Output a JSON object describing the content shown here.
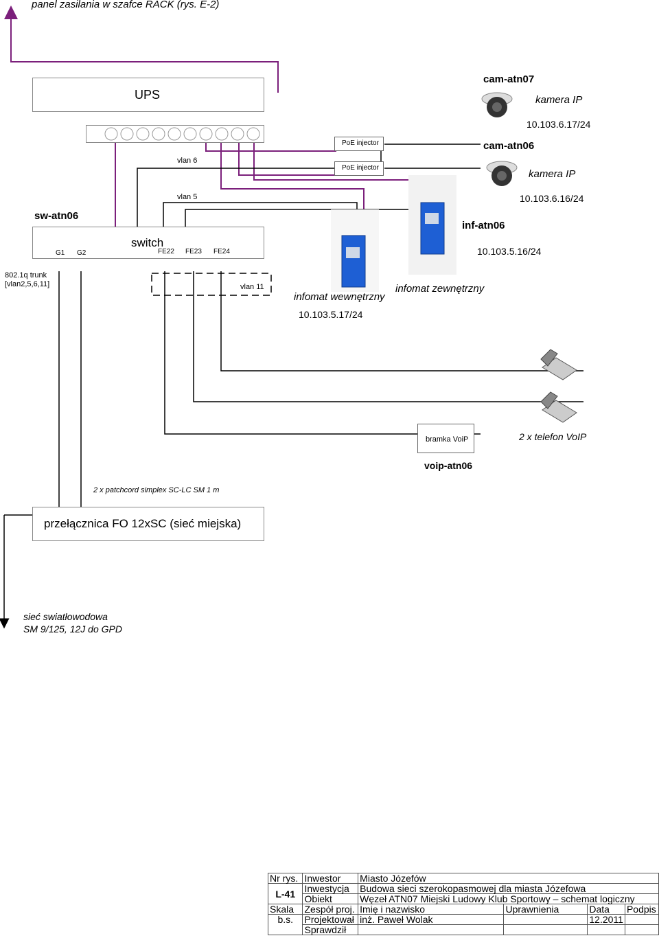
{
  "labels": {
    "panel": "panel zasilania w szafce RACK (rys. E-2)",
    "ups": "UPS",
    "vlan6": "vlan 6",
    "vlan5": "vlan 5",
    "vlan11": "vlan 11",
    "poe1": "PoE injector",
    "poe2": "PoE injector",
    "sw_name": "sw-atn06",
    "switch": "switch",
    "g1": "G1",
    "g2": "G2",
    "fe22": "FE22",
    "fe23": "FE23",
    "fe24": "FE24",
    "trunk1": "802.1q trunk",
    "trunk2": "[vlan2,5,6,11]",
    "cam07": "cam-atn07",
    "kamera1": "kamera IP",
    "ip_cam07": "10.103.6.17/24",
    "cam06": "cam-atn06",
    "kamera2": "kamera IP",
    "ip_cam06": "10.103.6.16/24",
    "inf06": "inf-atn06",
    "ip_inf06": "10.103.5.16/24",
    "infomat_wew": "infomat wewnętrzny",
    "ip_infomat_wew": "10.103.5.17/24",
    "infomat_zew": "infomat zewnętrzny",
    "bramka": "bramka VoiP",
    "telefon": "2 x telefon VoIP",
    "voip": "voip-atn06",
    "patchcord": "2 x patchcord simplex SC-LC SM 1 m",
    "przelacznica": "przełącznica FO 12xSC (sieć miejska)",
    "siec1": "sieć swiatłowodowa",
    "siec2": "SM 9/125, 12J do GPD"
  },
  "title_block": {
    "nr_rys_label": "Nr rys.",
    "nr_rys": "L-41",
    "skala_label": "Skala",
    "skala": "b.s.",
    "inwestor_label": "Inwestor",
    "inwestor": "Miasto Józefów",
    "inwestycja_label": "Inwestycja",
    "inwestycja": "Budowa sieci szerokopasmowej dla miasta Józefowa",
    "obiekt_label": "Obiekt",
    "obiekt": "Węzeł ATN07 Miejski Ludowy Klub Sportowy – schemat logiczny",
    "zespol_label": "Zespół proj.",
    "imie_label": "Imię i nazwisko",
    "uprawnienia_label": "Uprawnienia",
    "data_label": "Data",
    "podpis_label": "Podpis",
    "projektowal_label": "Projektował",
    "projektowal": "inż. Paweł Wolak",
    "data": "12.2011",
    "sprawdzil_label": "Sprawdził"
  },
  "colors": {
    "power_line": "#7b1f7b",
    "wire": "#000000",
    "screen": "#1e5fd4"
  }
}
